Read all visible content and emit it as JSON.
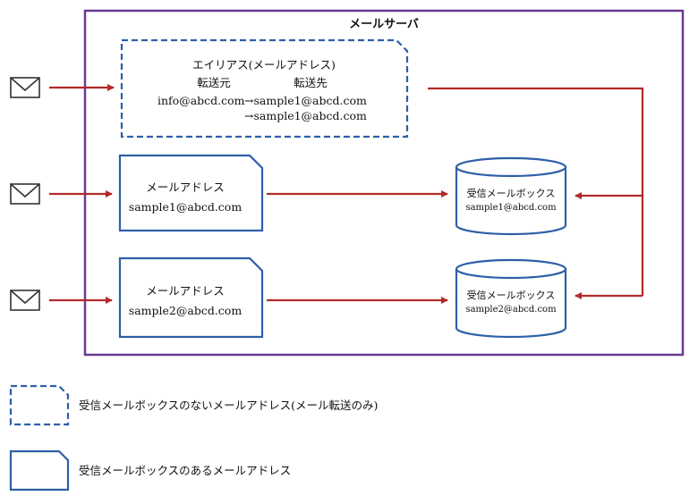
{
  "server": {
    "title": "メールサーバ"
  },
  "alias": {
    "title": "エイリアス(メールアドレス)",
    "from_label": "転送元",
    "to_label": "転送先",
    "from_address": "info@abcd.com",
    "to_address_1": "→sample1@abcd.com",
    "to_address_2": "→sample1@abcd.com"
  },
  "address1": {
    "title": "メールアドレス",
    "address": "sample1@abcd.com"
  },
  "address2": {
    "title": "メールアドレス",
    "address": "sample2@abcd.com"
  },
  "mailbox1": {
    "title": "受信メールボックス",
    "address": "sample1@abcd.com"
  },
  "mailbox2": {
    "title": "受信メールボックス",
    "address": "sample2@abcd.com"
  },
  "legend": {
    "dashed": "受信メールボックスのないメールアドレス(メール転送のみ)",
    "solid": "受信メールボックスのあるメールアドレス"
  },
  "colors": {
    "server_border": "#6a3a96",
    "box_border": "#2e5fa8",
    "arrow": "#b22a2a",
    "envelope": "#333333"
  },
  "icons": [
    "envelope-icon",
    "envelope-icon",
    "envelope-icon"
  ]
}
